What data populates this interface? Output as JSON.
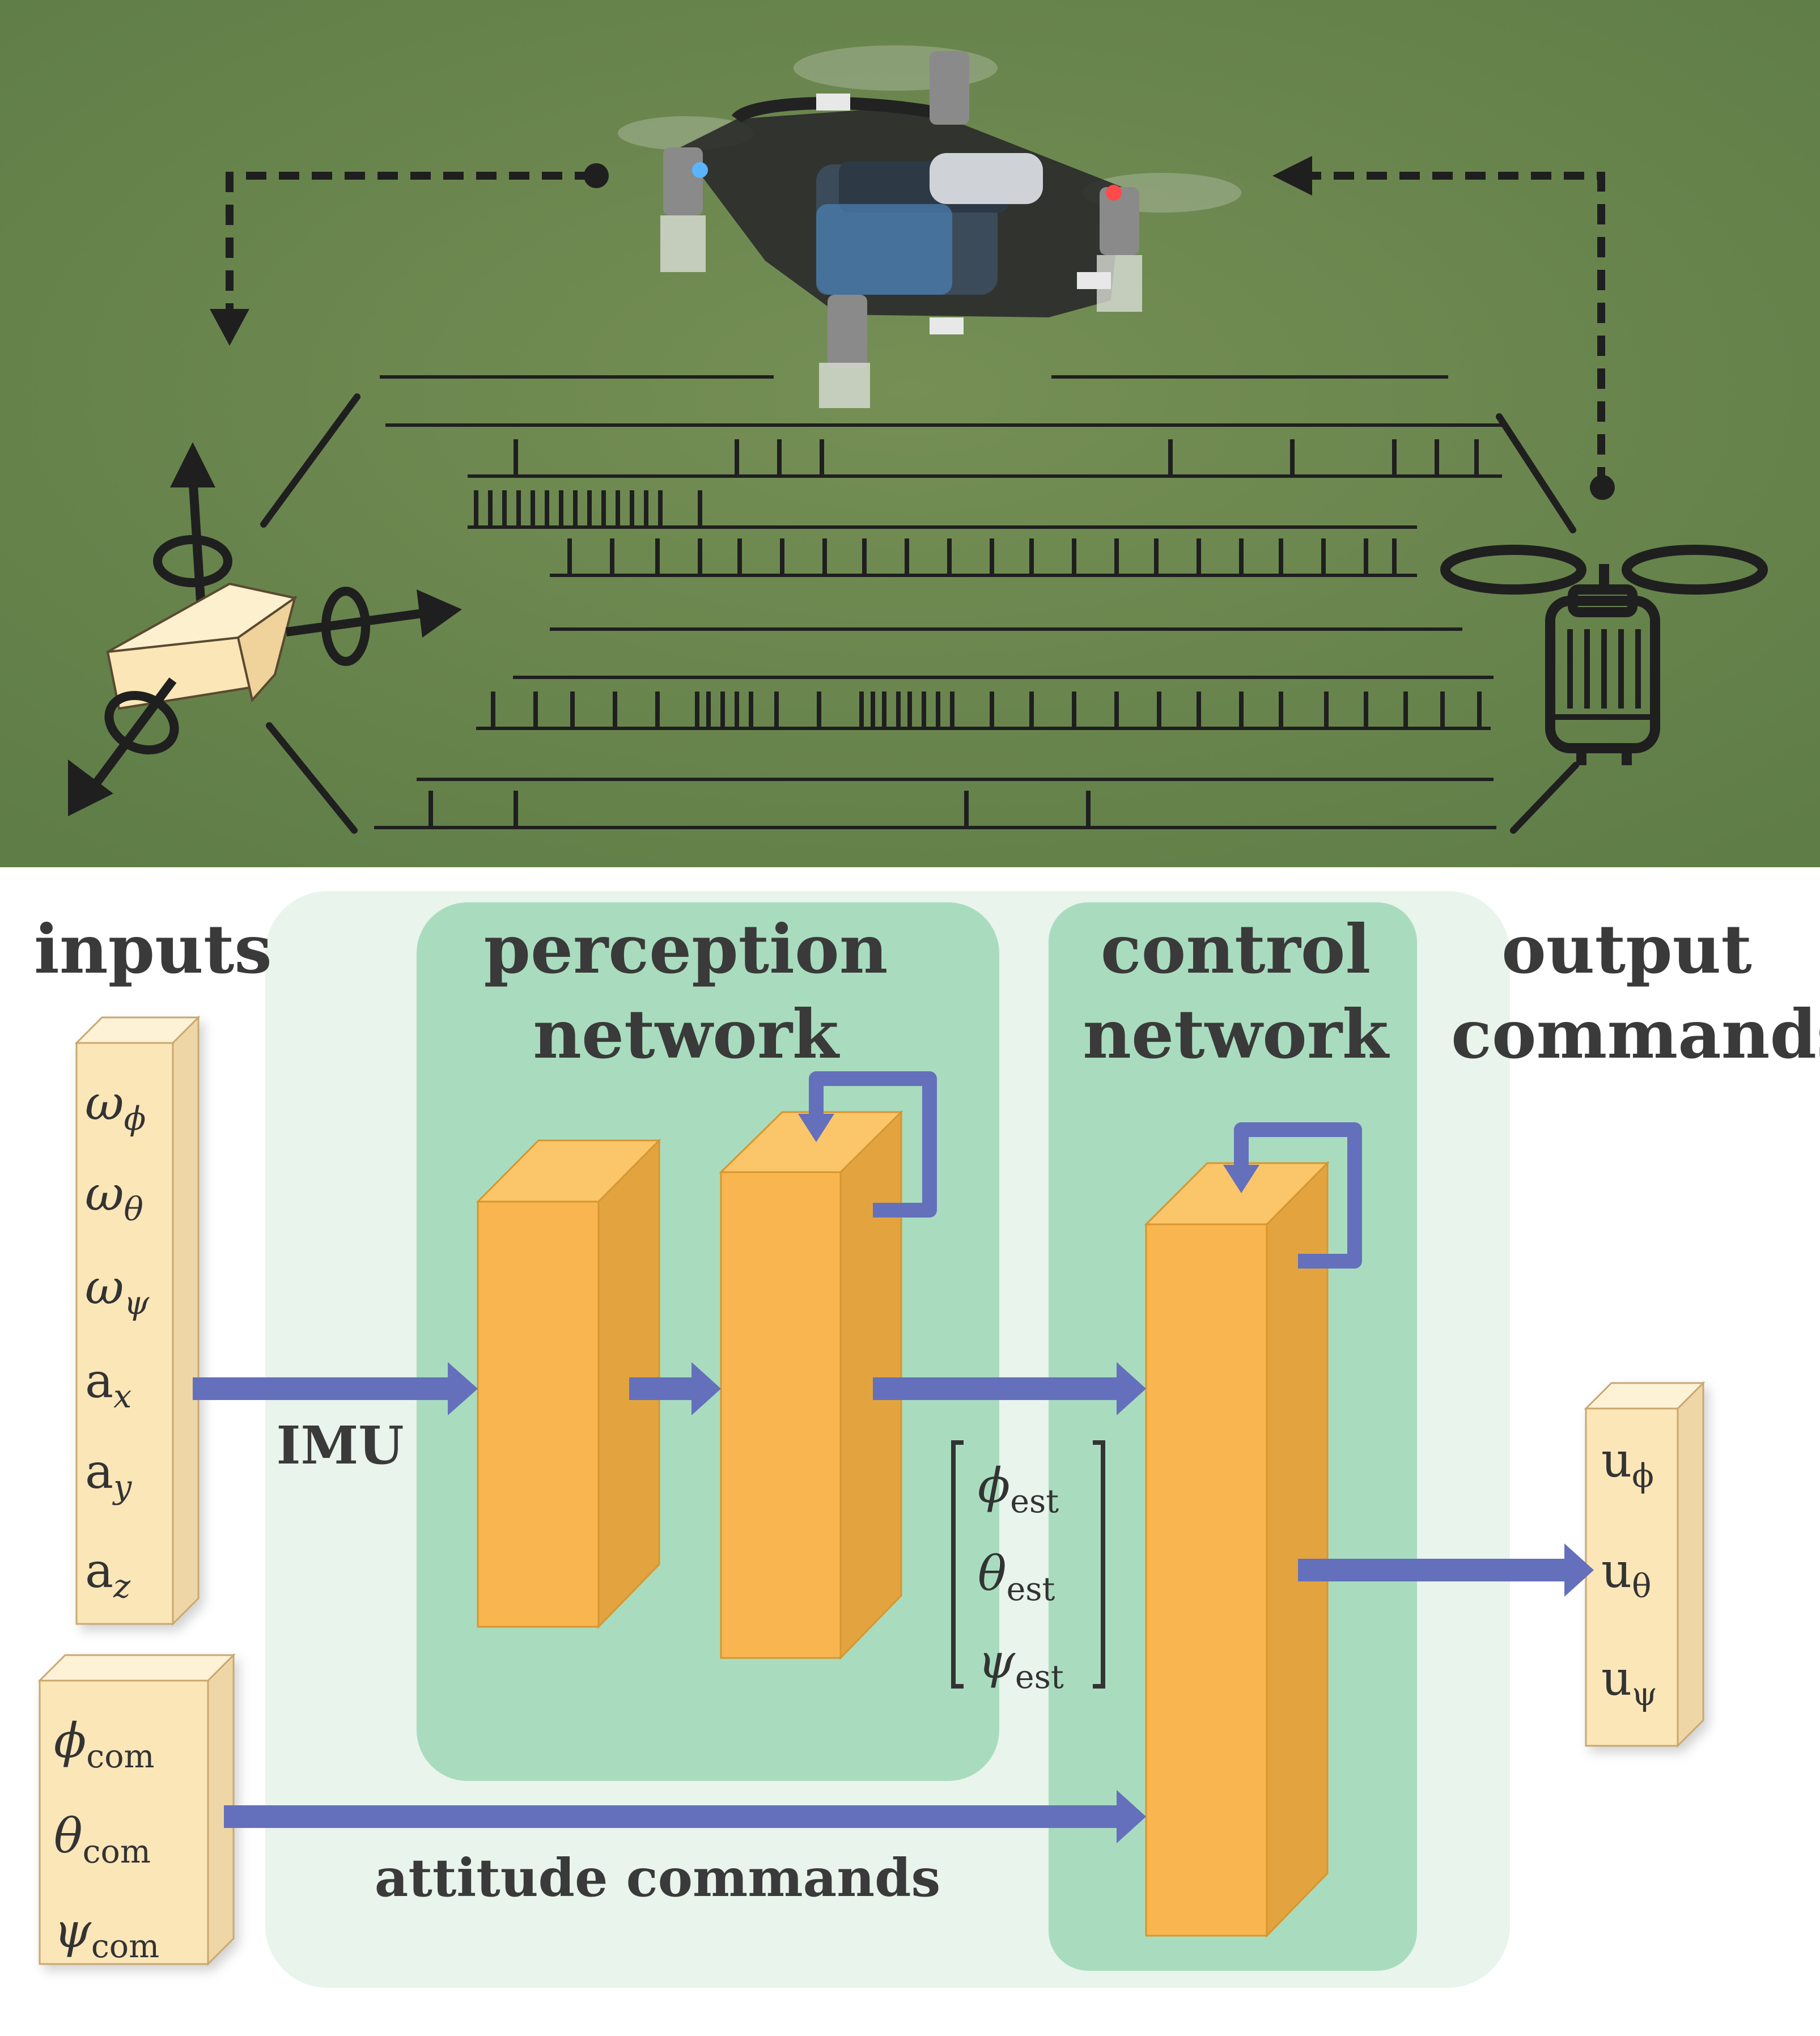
{
  "titles": {
    "inputs": "inputs",
    "perception": "perception\nnetwork",
    "control": "control\nnetwork",
    "output": "output\ncommands"
  },
  "inputs": {
    "imu_vector": [
      {
        "sym": "ω",
        "sub": "ϕ"
      },
      {
        "sym": "ω",
        "sub": "θ"
      },
      {
        "sym": "ω",
        "sub": "ψ"
      },
      {
        "sym": "a",
        "sub": "x"
      },
      {
        "sym": "a",
        "sub": "y"
      },
      {
        "sym": "a",
        "sub": "z"
      }
    ],
    "command_vector": [
      {
        "sym": "ϕ",
        "sub": "com"
      },
      {
        "sym": "θ",
        "sub": "com"
      },
      {
        "sym": "ψ",
        "sub": "com"
      }
    ]
  },
  "estimates": [
    {
      "sym": "ϕ",
      "sub": "est"
    },
    {
      "sym": "θ",
      "sub": "est"
    },
    {
      "sym": "ψ",
      "sub": "est"
    }
  ],
  "outputs": [
    {
      "sym": "u",
      "sub": "ϕ"
    },
    {
      "sym": "u",
      "sub": "θ"
    },
    {
      "sym": "u",
      "sub": "ψ"
    }
  ],
  "arrow_labels": {
    "imu": "IMU",
    "attitude": "attitude commands"
  },
  "colors": {
    "grass": "#6b8a4e",
    "input_box": "#fbe6b8",
    "layer_front": "#f9b650",
    "layer_side": "#e3a440",
    "arrow": "#6470bb",
    "panel_outer": "#e8f4ec",
    "panel_inner": "#a9dcbe",
    "spike_lines": "#1f1f1f"
  },
  "icons": {
    "drone": "quadrotor-drone-photo",
    "imu": "imu-sensor-with-rotation-axes-icon",
    "motor": "motor-with-propeller-icon"
  },
  "spike_raster_rows": 9
}
